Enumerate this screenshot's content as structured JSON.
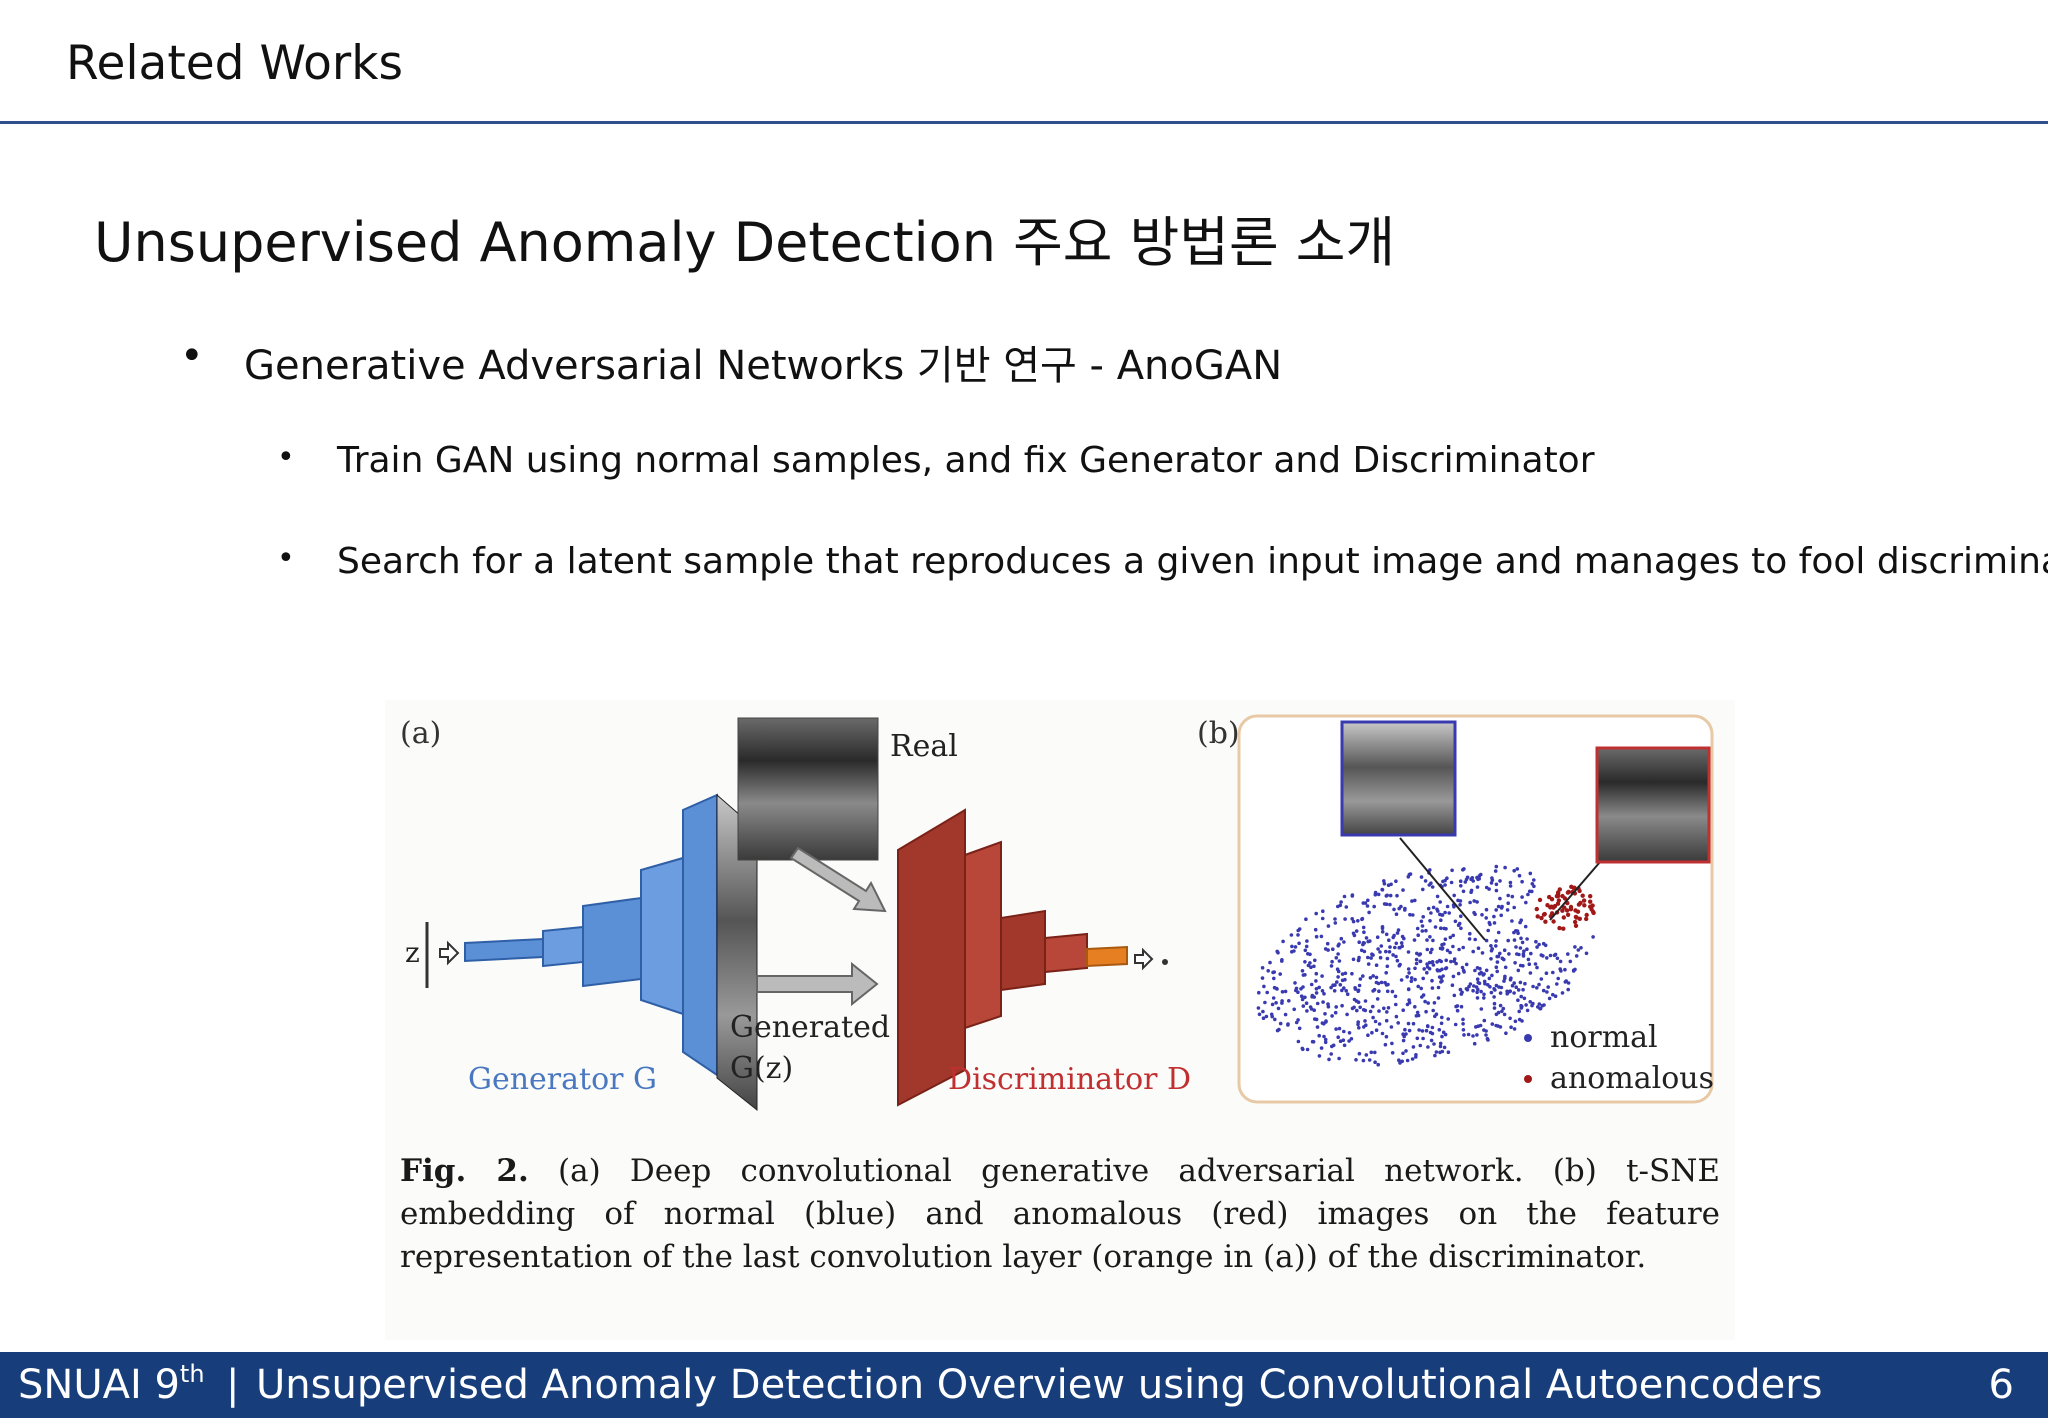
{
  "header": {
    "title": "Related Works"
  },
  "slide": {
    "title": "Unsupervised Anomaly Detection 주요 방법론 소개",
    "bullet": "Generative Adversarial Networks 기반 연구 - AnoGAN",
    "sub_bullets": [
      "Train GAN using normal samples, and fix Generator and Discriminator",
      "Search for a latent sample that reproduces a given input image and manages to fool discriminator"
    ],
    "bullet_marker": "•"
  },
  "figure": {
    "panel_a_label": "(a)",
    "panel_b_label": "(b)",
    "z_label": "z",
    "real_label": "Real",
    "generated_label": "Generated",
    "gz_label": "G(z)",
    "generator_label": "Generator G",
    "discriminator_label": "Discriminator D",
    "legend_normal": "normal",
    "legend_anomalous": "anomalous",
    "caption_bold": "Fig. 2.",
    "caption_text": " (a) Deep convolutional generative adversarial network. (b) t-SNE embedding of normal (blue) and anomalous (red) images on the feature representation of the last convolution layer (orange in (a)) of the discriminator.",
    "colors": {
      "generator": "#5b8fd6",
      "discriminator": "#a2382b",
      "orange": "#e67e22",
      "normal": "#3a3ab0",
      "anomalous": "#a01818"
    }
  },
  "footer": {
    "org": "SNUAI 9",
    "org_sup": "th",
    "separator": "|",
    "text": "Unsupervised Anomaly Detection Overview using Convolutional Autoencoders",
    "page": "6"
  }
}
